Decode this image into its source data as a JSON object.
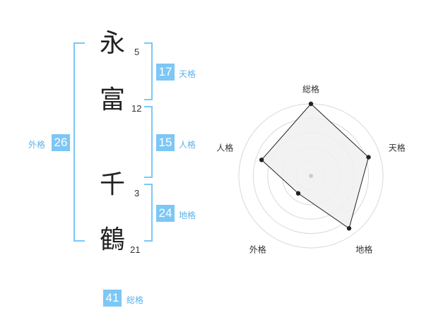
{
  "name": {
    "characters": [
      {
        "char": "永",
        "strokes": "5"
      },
      {
        "char": "富",
        "strokes": "12"
      },
      {
        "char": "千",
        "strokes": "3"
      },
      {
        "char": "鶴",
        "strokes": "21"
      }
    ]
  },
  "fortunes": {
    "tenkaku": {
      "value": "17",
      "label": "天格"
    },
    "jinkaku": {
      "value": "15",
      "label": "人格"
    },
    "chikaku": {
      "value": "24",
      "label": "地格"
    },
    "gaikaku": {
      "value": "26",
      "label": "外格"
    },
    "soukaku": {
      "value": "41",
      "label": "総格"
    }
  },
  "colors": {
    "accent": "#7cc7f5",
    "accent_text": "#5cb3ea",
    "radar_fill": "#f0f0f0",
    "radar_line": "#222222"
  },
  "chart_data": {
    "type": "radar",
    "axes": [
      "総格",
      "天格",
      "地格",
      "外格",
      "人格"
    ],
    "values": [
      5,
      4.2,
      4.5,
      1.5,
      3.6
    ],
    "max": 5,
    "rings": 5
  }
}
